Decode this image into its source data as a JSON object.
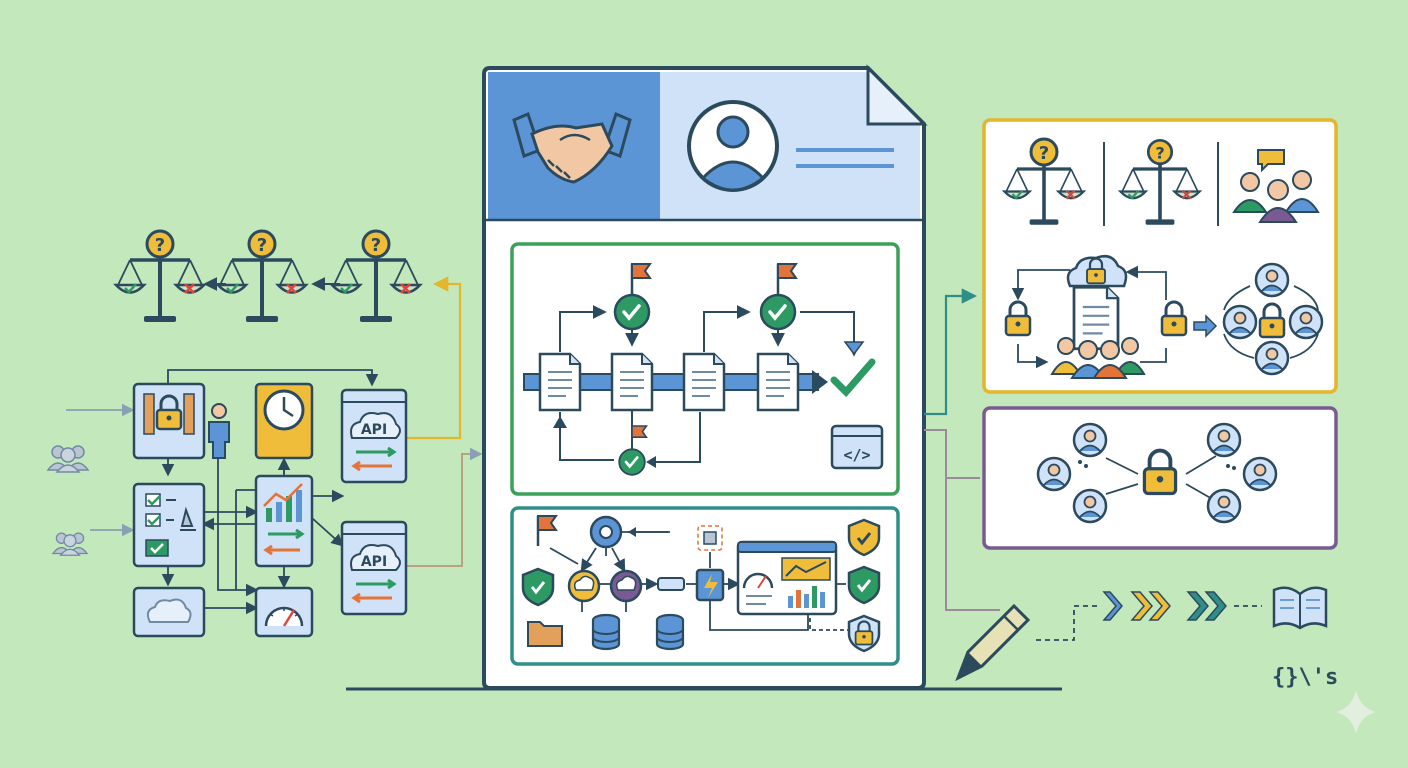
{
  "api_labels": [
    "API",
    "API"
  ],
  "code_icon_text": "</>",
  "corner_text": "{}\\'s",
  "colors": {
    "background": "#c2e8bb",
    "outline": "#2b4a5e",
    "blue_header": "#5b95d6",
    "light_blue": "#cfe2f7",
    "green_border": "#3aa05a",
    "teal_border": "#2f8f88",
    "yellow_border": "#e3b62c",
    "purple_border": "#7a5a93",
    "check_green": "#2e9a63",
    "flag_orange": "#e2733a",
    "lock_yellow": "#f0bd3a",
    "red_x": "#d9463d"
  },
  "icons": [
    "handshake-icon",
    "user-avatar-icon",
    "scale-icon",
    "question-icon",
    "lock-icon",
    "clock-icon",
    "cloud-icon",
    "api-cloud-icon",
    "chart-icon",
    "gauge-icon",
    "flag-icon",
    "check-icon",
    "document-icon",
    "code-icon",
    "shield-icon",
    "database-icon",
    "folder-icon",
    "group-icon",
    "pencil-icon",
    "book-icon",
    "sparkle-icon"
  ]
}
